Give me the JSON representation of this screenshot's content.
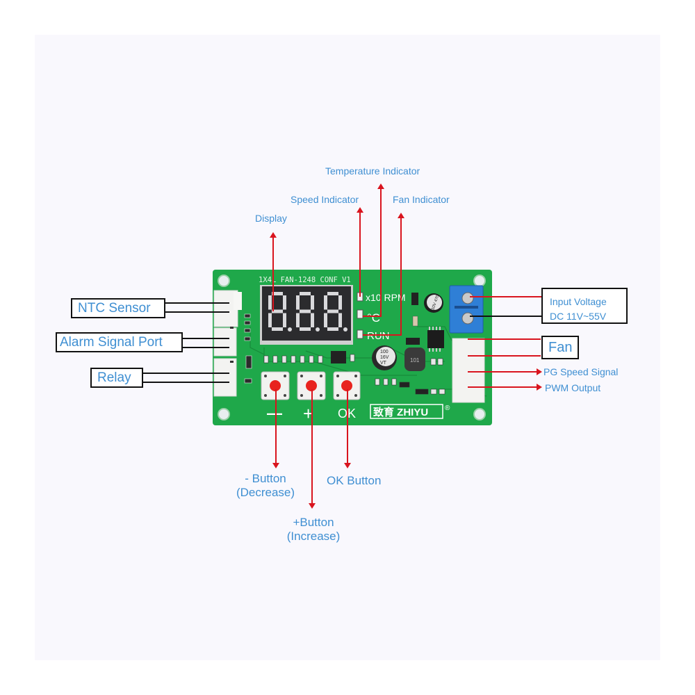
{
  "diagram": {
    "title": "Fan temperature/speed controller module pinout",
    "board": {
      "silkscreen_title": "1X4L FAN-1248 CONF V1",
      "display_digits": "8.8.8.",
      "indicator_labels": [
        "x10 RPM",
        "°C",
        "RUN"
      ],
      "button_silk": [
        "—",
        "+",
        "OK"
      ],
      "brand": "致育 ZHIYU",
      "brand_mark": "®",
      "capacitor_small": "10V 470",
      "capacitor_large": [
        "100",
        "16V",
        "VT"
      ],
      "inductor": "101",
      "colors": {
        "pcb_green": "#1fa84a",
        "pcb_dark": "#178a3a",
        "display_body": "#2b2b2e",
        "segment_off": "#d9d9dc",
        "button_red": "#e8231e",
        "terminal_blue": "#2f7fd6",
        "connector_white": "#f3f3f1"
      }
    },
    "callouts": {
      "top": [
        {
          "id": "display",
          "text": "Display"
        },
        {
          "id": "speed-indicator",
          "text": "Speed Indicator"
        },
        {
          "id": "temperature-indicator",
          "text": "Temperature Indicator"
        },
        {
          "id": "fan-indicator",
          "text": "Fan Indicator"
        }
      ],
      "left": [
        {
          "id": "ntc-sensor",
          "text": "NTC Sensor"
        },
        {
          "id": "alarm-signal-port",
          "text": "Alarm Signal Port"
        },
        {
          "id": "relay",
          "text": "Relay"
        }
      ],
      "right": [
        {
          "id": "input-voltage",
          "lines": [
            "Input Voltage",
            "DC 11V~55V"
          ]
        },
        {
          "id": "fan",
          "text": "Fan"
        },
        {
          "id": "pg-speed-signal",
          "text": "PG Speed Signal"
        },
        {
          "id": "pwm-output",
          "text": "PWM Output"
        }
      ],
      "bottom": [
        {
          "id": "minus-button",
          "lines": [
            "- Button",
            "(Decrease)"
          ]
        },
        {
          "id": "plus-button",
          "lines": [
            "+Button",
            "(Increase)"
          ]
        },
        {
          "id": "ok-button",
          "text": "OK Button"
        }
      ]
    },
    "colors": {
      "label_blue": "#3f8fd2",
      "arrow_red": "#d9141e",
      "leader_black": "#111111",
      "background_panel": "#f9f8fd"
    }
  }
}
